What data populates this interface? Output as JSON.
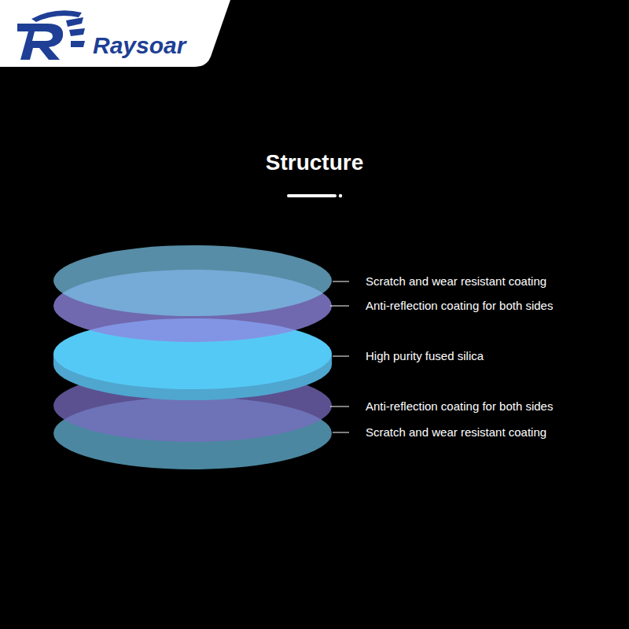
{
  "diagram": {
    "title": "Structure",
    "labels": [
      "Raysoar",
      "Scratch and wear resistant coating",
      "Anti-reflection coating for both sides",
      "High purity fused silica",
      "Anti-reflection coating for both sides",
      "Scratch and wear resistant coating"
    ]
  }
}
